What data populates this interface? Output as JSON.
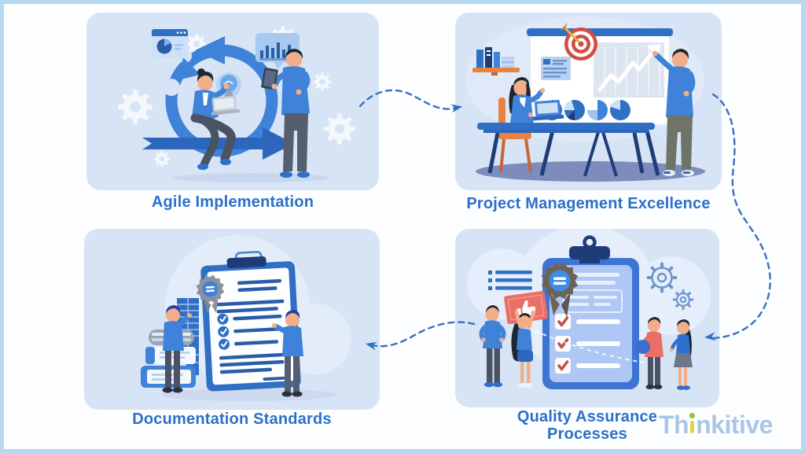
{
  "diagram": {
    "panels": [
      {
        "id": "agile-implementation",
        "title": "Agile Implementation",
        "illustration_alt": "Woman with laptop seated inside a circular agile-cycle arrow, man standing with tablet, idea lightbulb, browser pie-chart window, bar-chart speech bubble, background gears"
      },
      {
        "id": "project-management-excellence",
        "title": "Project Management Excellence",
        "illustration_alt": "Woman at desk with laptop and man presenting a whiteboard with dart target, rising growth chart and four pie charts, wall shelf with books"
      },
      {
        "id": "documentation-standards",
        "title": "Documentation Standards",
        "illustration_alt": "Two men reviewing a large certified checklist document on a clipboard beside stacked books and a ledger"
      },
      {
        "id": "quality-assurance-processes",
        "title": "Quality Assurance Processes",
        "illustration_alt": "Team around a big QA checklist clipboard with award ribbon badge, red check marks, thumbs-up sign, bullet list and outline gears"
      }
    ],
    "flow": [
      "agile-implementation",
      "project-management-excellence",
      "quality-assurance-processes",
      "documentation-standards"
    ]
  },
  "brand": {
    "logo_text": "Thinkitive",
    "logo_prefix": "Th",
    "logo_suffix": "nkitive",
    "logo_text_color": "#a9c6e8",
    "logo_dot_color": "#8dc63f",
    "logo_stem_color": "#e3d344"
  },
  "colors": {
    "canvas": "#fdfeff",
    "frame_border": "#b6d9f1",
    "panel_background": "#d6e4f5",
    "title_text": "#2b70c8",
    "connector": "#3a6fc0",
    "illustration_primary_blue": "#3f82d9",
    "illustration_dark_blue": "#2f6fc4",
    "illustration_navy": "#1e3d78",
    "accent_red": "#c94c43",
    "accent_salmon": "#ea6f66",
    "accent_orange": "#e8823f"
  }
}
